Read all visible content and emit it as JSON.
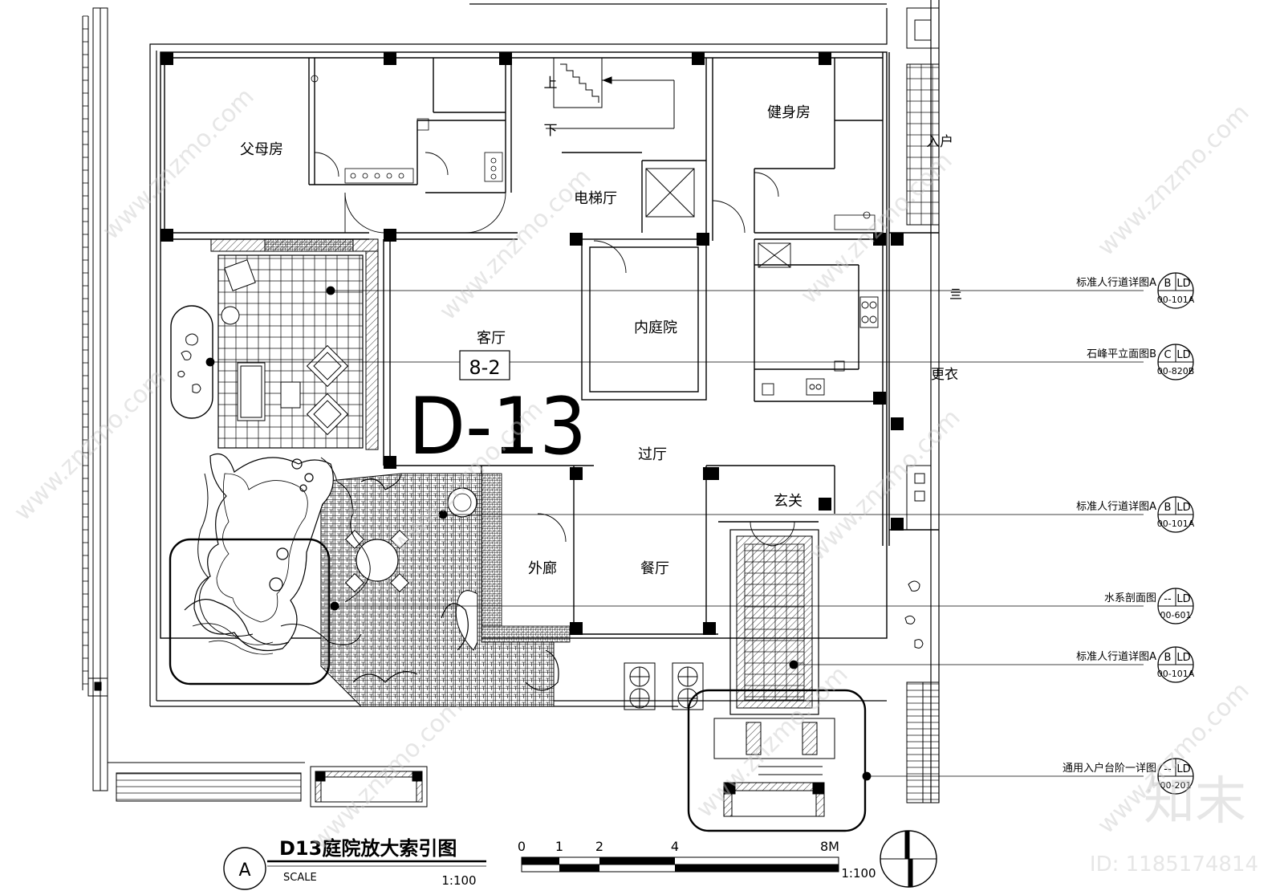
{
  "drawing": {
    "plan_id": "D-13",
    "area_tag": "8-2",
    "rooms": {
      "parents": "父母房",
      "up": "上",
      "down": "下",
      "gym": "健身房",
      "entry_partial": "入户",
      "elevator_hall": "电梯厅",
      "living": "客厅",
      "inner_court": "内庭院",
      "hall": "过厅",
      "foyer": "玄关",
      "corridor": "外廊",
      "dining": "餐厅",
      "changing_partial": "更衣",
      "cut_char": "亖"
    }
  },
  "callouts": [
    {
      "label": "标准人行道详图A",
      "top": "B",
      "right": "LD",
      "bottom": "00-101A"
    },
    {
      "label": "石峰平立面图B",
      "top": "C",
      "right": "LD",
      "bottom": "00-820B"
    },
    {
      "label": "标准人行道详图A",
      "top": "B",
      "right": "LD",
      "bottom": "00-101A"
    },
    {
      "label": "水系剖面图",
      "top": "--",
      "right": "LD",
      "bottom": "00-601"
    },
    {
      "label": "标准人行道详图A",
      "top": "B",
      "right": "LD",
      "bottom": "00-101A"
    },
    {
      "label": "通用入户台阶一详图",
      "top": "--",
      "right": "LD",
      "bottom": "00-201"
    }
  ],
  "title_block": {
    "marker": "A",
    "title": "D13庭院放大索引图",
    "scale_label": "SCALE",
    "scale_value": "1:100"
  },
  "scale_bar": {
    "ticks": [
      "0",
      "1",
      "2",
      "4",
      "8M"
    ],
    "ratio": "1:100"
  },
  "watermark": {
    "logo_text": "知末",
    "site": "www.znzmo.com",
    "id_text": "ID: 1185174814"
  }
}
